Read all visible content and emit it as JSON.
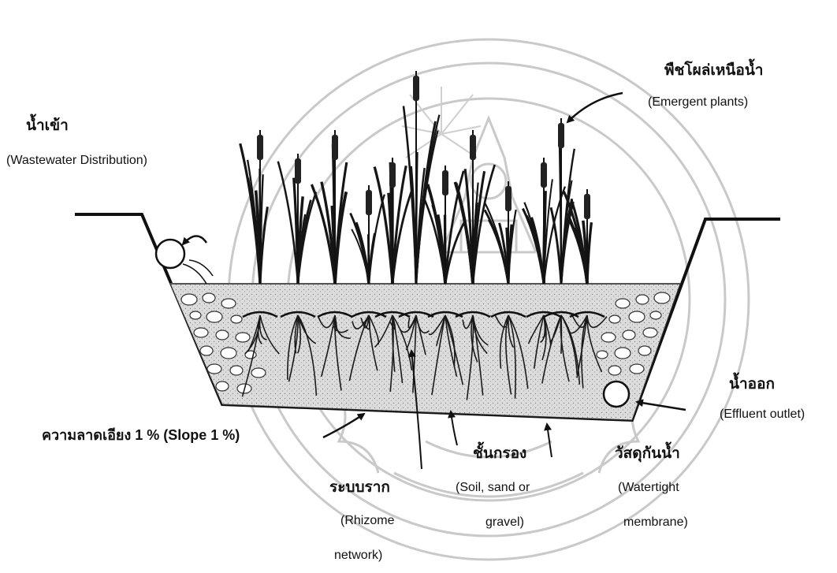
{
  "labels": {
    "inflow_th": "น้ำเข้า",
    "inflow_en": "(Wastewater Distribution)",
    "plants_th": "พืชโผล่เหนือน้ำ",
    "plants_en": "(Emergent plants)",
    "outflow_th": "น้ำออก",
    "outflow_en": "(Effluent outlet)",
    "slope": "ความลาดเอียง 1 % (Slope 1 %)",
    "rhizome_th": "ระบบราก",
    "rhizome_en_1": "(Rhizome",
    "rhizome_en_2": "network)",
    "media_th": "ชั้นกรอง",
    "media_en_1": "(Soil, sand or",
    "media_en_2": "gravel)",
    "liner_th": "วัสดุกันน้ำ",
    "liner_en_1": "(Watertight",
    "liner_en_2": "membrane)"
  },
  "colors": {
    "ink": "#111111",
    "media_fill": "#d6d6d6",
    "watermark": "#c8c8c8"
  }
}
